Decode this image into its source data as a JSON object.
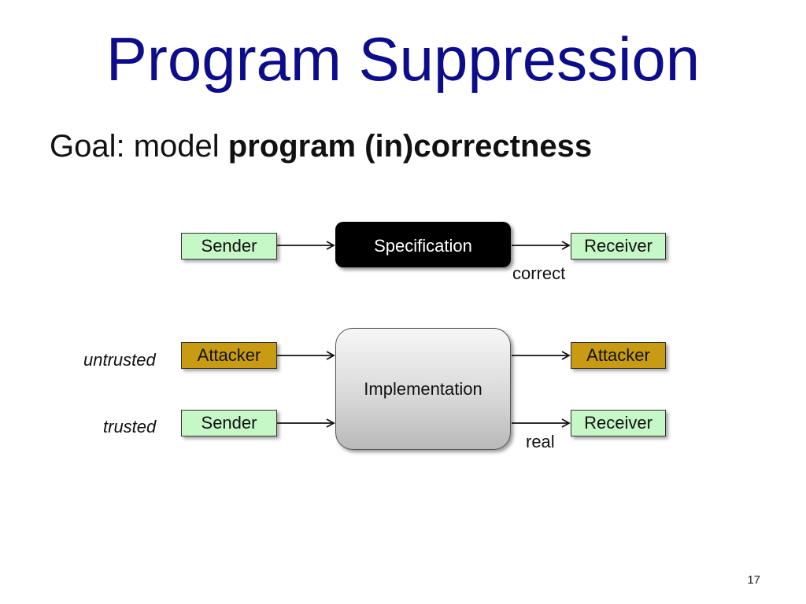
{
  "slide": {
    "title": "Program Suppression",
    "goal_prefix": "Goal: model ",
    "goal_bold": "program (in)correctness",
    "page_number": "17"
  },
  "diagram": {
    "spec_row": {
      "sender": "Sender",
      "center": "Specification",
      "receiver": "Receiver",
      "output_label": "correct"
    },
    "impl_rows": {
      "untrusted_label": "untrusted",
      "trusted_label": "trusted",
      "attacker_in": "Attacker",
      "sender": "Sender",
      "center": "Implementation",
      "attacker_out": "Attacker",
      "receiver": "Receiver",
      "output_label": "real"
    }
  },
  "colors": {
    "title": "#0d0d8c",
    "principal_box": "#c6f7c6",
    "attacker_box": "#c99b12",
    "specification_box": "#000000"
  }
}
